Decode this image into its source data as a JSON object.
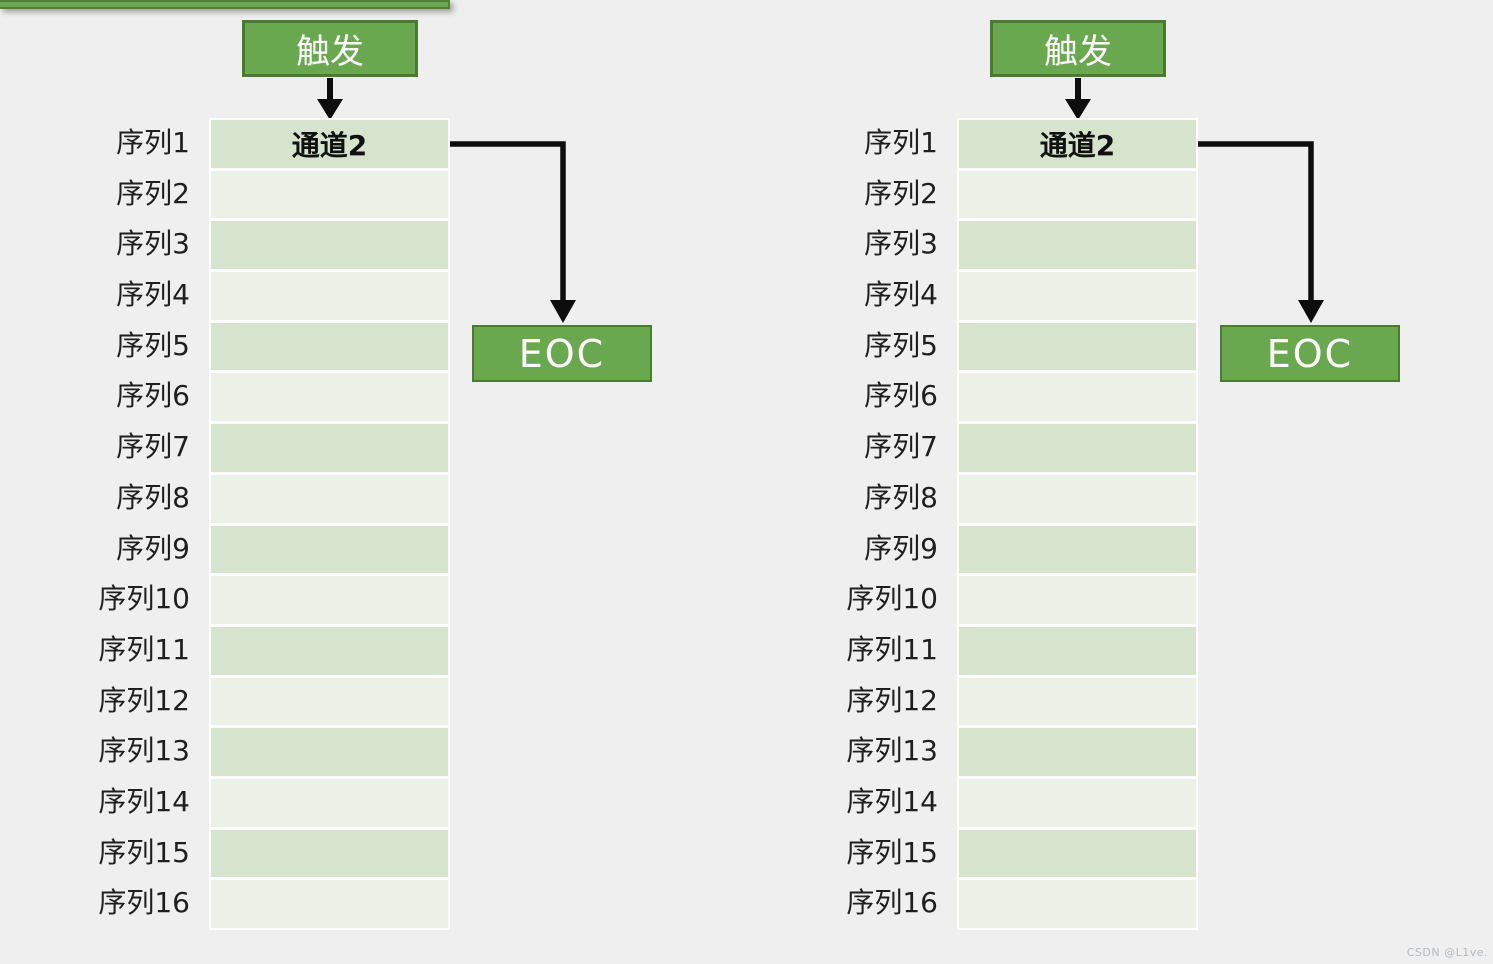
{
  "page": {
    "watermark": "CSDN @L1ve."
  },
  "colors": {
    "background": "#efefef",
    "accent_green": "#6aa84f",
    "accent_green_border": "#4c7a31",
    "row_band_dark": "#d6e3cd",
    "row_band_light": "#ebf1e7",
    "arrow_black": "#0d0d0d",
    "label_text": "#1f1f1f",
    "watermark_gray": "#b5b9bd"
  },
  "panels": [
    {
      "trigger_label": "触发",
      "channel_label": "通道2",
      "eoc_label": "EOC",
      "sequence_labels": [
        "序列1",
        "序列2",
        "序列3",
        "序列4",
        "序列5",
        "序列6",
        "序列7",
        "序列8",
        "序列9",
        "序列10",
        "序列11",
        "序列12",
        "序列13",
        "序列14",
        "序列15",
        "序列16"
      ]
    },
    {
      "trigger_label": "触发",
      "channel_label": "通道2",
      "eoc_label": "EOC",
      "sequence_labels": [
        "序列1",
        "序列2",
        "序列3",
        "序列4",
        "序列5",
        "序列6",
        "序列7",
        "序列8",
        "序列9",
        "序列10",
        "序列11",
        "序列12",
        "序列13",
        "序列14",
        "序列15",
        "序列16"
      ]
    }
  ]
}
